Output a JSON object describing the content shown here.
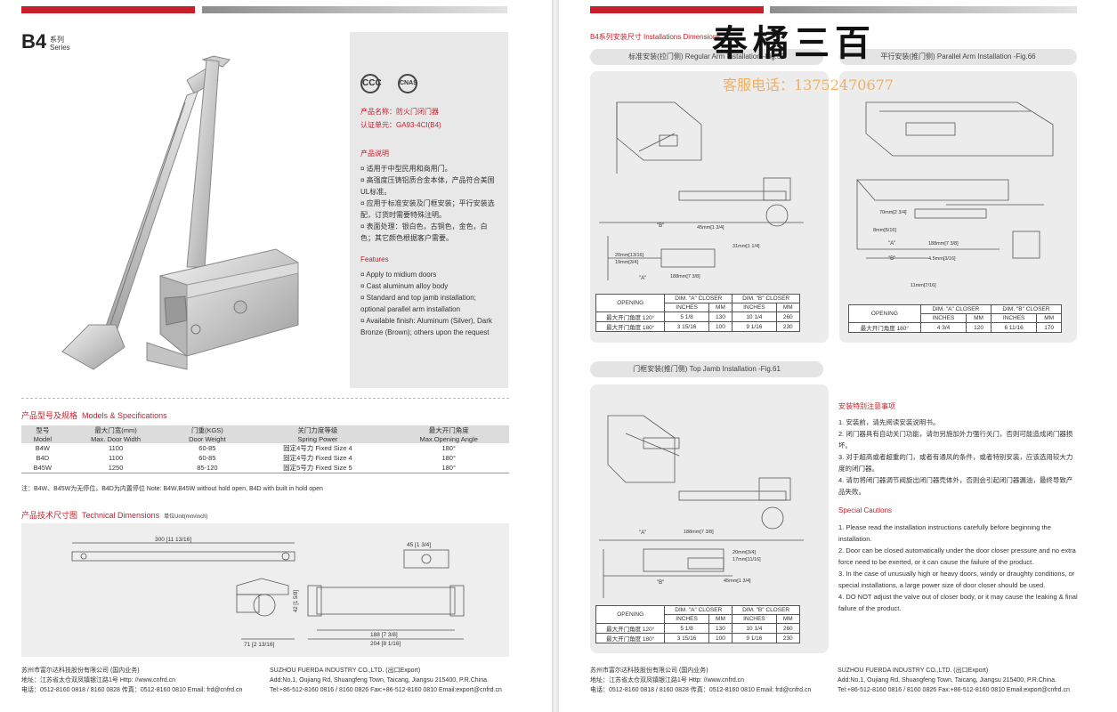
{
  "left": {
    "series": {
      "code": "B4",
      "cn": "系列",
      "en": "Series"
    },
    "product": {
      "name": "产品名称：防火门闭门器",
      "cert": "认证单元：GA93-4CI(B4)",
      "desc_title": "产品说明",
      "desc": [
        "适用于中型民用和商用门。",
        "高强度压铸铝质合金本体，产品符合美国UL标准。",
        "应用于标准安装及门框安装；平行安装选配，订货时需要特殊注明。",
        "表面处理：银白色，古铜色，金色，白色；其它颜色根据客户需要。"
      ],
      "features_title": "Features",
      "features": [
        "Apply to midium doors",
        "Cast aluminum alloy body",
        "Standard and top jamb installation; optional parallel arm installation",
        "Available finish: Aluminum (Silver), Dark Bronze (Brown); others upon the request"
      ],
      "logo1": "CCC",
      "logo2": "CNAS"
    },
    "spec": {
      "title_cn": "产品型号及规格",
      "title_en": "Models & Specifications",
      "headers": [
        [
          "型号",
          "Model"
        ],
        [
          "最大门宽(mm)",
          "Max. Door Width"
        ],
        [
          "门重(KGS)",
          "Door Weight"
        ],
        [
          "关门力度等级",
          "Spring Power"
        ],
        [
          "最大开门角度",
          "Max.Opening Angle"
        ]
      ],
      "rows": [
        [
          "B4W",
          "1100",
          "60-85",
          "固定4号力  Fixed Size 4",
          "180°"
        ],
        [
          "B4D",
          "1100",
          "60-85",
          "固定4号力  Fixed Size 4",
          "180°"
        ],
        [
          "B45W",
          "1250",
          "85-120",
          "固定5号力  Fixed Size 5",
          "180°"
        ]
      ],
      "note": "注：B4W、B45W为无停位，B4D为内置停位   Note: B4W,B45W without hold open, B4D with built in hold open"
    },
    "tech": {
      "title_cn": "产品技术尺寸图",
      "title_en": "Technical Dimensions",
      "unit": "单位Unit(mm/inch)",
      "dims": [
        "300 [11 13/16]",
        "45 [1 3/4]",
        "188 [7 3/8]",
        "204 [8 1/16]",
        "71 [2 13/16]",
        "42 [1 5/8]"
      ]
    },
    "footer": {
      "cn_company": "苏州市富尔达科技股份有限公司 (国内业务)",
      "cn_addr": "地址：江苏省太仓双凤镇银江路1号   Http: //www.cnfrd.cn",
      "cn_tel": "电话：0512-8160 0818 / 8160 0828  传真：0512-8160 0810  Email: frd@cnfrd.cn",
      "en_company": "SUZHOU FUERDA INDUSTRY CO.,LTD. (出口Export)",
      "en_addr": "Add:No.1, Oujiang Rd, Shuangfeng Town, Taicang, Jiangsu 215400, P.R.China.",
      "en_tel": "Tel:+86-512-8160 0816 / 8160 0826  Fax:+86-512-8160 0810  Email:export@cnfrd.cn"
    }
  },
  "right": {
    "header": "B4系列安装尺寸  Installations Dimensions",
    "watermark_big": "奉橘三百",
    "watermark_phone": "客服电话：13752470677",
    "fig_regular": "标准安装(拉门侧) Regular Arm Installation -Fig.53",
    "fig_parallel": "平行安装(推门侧) Parallel Arm Installation -Fig.66",
    "fig_top": "门框安装(推门侧) Top Jamb Installation -Fig.61",
    "table_regular": {
      "h1": [
        "OPENING",
        "DIM. \"A\" CLOSER",
        "DIM. \"B\" CLOSER"
      ],
      "h2": [
        "INCHES",
        "MM",
        "INCHES",
        "MM"
      ],
      "rows": [
        [
          "最大开门角度  120°",
          "5  1/8",
          "130",
          "10 1/4",
          "260"
        ],
        [
          "最大开门角度  180°",
          "3  15/16",
          "100",
          "9  1/16",
          "230"
        ]
      ]
    },
    "table_parallel": {
      "h1": [
        "OPENING",
        "DIM. \"A\" CLOSER",
        "DIM. \"B\" CLOSER"
      ],
      "h2": [
        "INCHES",
        "MM",
        "INCHES",
        "MM"
      ],
      "rows": [
        [
          "最大开门角度  180°",
          "4 3/4",
          "120",
          "6 11/16",
          "170"
        ]
      ]
    },
    "table_top": {
      "h1": [
        "OPENING",
        "DIM. \"A\" CLOSER",
        "DIM. \"B\" CLOSER"
      ],
      "h2": [
        "INCHES",
        "MM",
        "INCHES",
        "MM"
      ],
      "rows": [
        [
          "最大开门角度  120°",
          "5  1/8",
          "130",
          "10 1/4",
          "260"
        ],
        [
          "最大开门角度  180°",
          "3  15/16",
          "100",
          "9  1/16",
          "230"
        ]
      ]
    },
    "cautions_cn_title": "安装特别注意事项",
    "cautions_cn": [
      "1. 安装前，请先阅读安装说明书。",
      "2. 闭门器具有自动关门功能，请勿另施加外力强行关门，否则可能造成闭门器损坏。",
      "3. 对于超高或者超重的门，或者有通风的条件，或者特别安装，应该选用较大力度的闭门器。",
      "4. 请勿将闭门器调节阀旋出闭门器壳体外，否则会引起闭门器漏油，最终导致产品失败。"
    ],
    "cautions_en_title": "Special Cautions",
    "cautions_en": [
      "1. Please read the installation instructions carefully before beginning the installation.",
      "2. Door can be closed automatically under the door closer pressure and no extra force need to be exerted, or it can cause the failure of the product.",
      "3. In the case of unusually high or heavy doors, windy or draughty conditions, or special installations, a large power size of door closer should be used.",
      "4. DO NOT adjust the valve out of closer body, or it may cause the leaking & final failure of the product."
    ],
    "footer": {
      "cn_company": "苏州市富尔达科技股份有限公司 (国内业务)",
      "cn_addr": "地址：江苏省太仓双凤镇银江路1号   Http: //www.cnfrd.cn",
      "cn_tel": "电话：0512-8160 0818 / 8160 0828  传真：0512-8160 0810  Email: frd@cnfrd.cn",
      "en_company": "SUZHOU FUERDA INDUSTRY CO.,LTD. (出口Export)",
      "en_addr": "Add:No.1, Oujiang Rd, Shuangfeng Town, Taicang, Jiangsu 215400, P.R.China.",
      "en_tel": "Tel:+86-512-8160 0816 / 8160 0826  Fax:+86-512-8160 0810  Email:export@cnfrd.cn"
    }
  }
}
